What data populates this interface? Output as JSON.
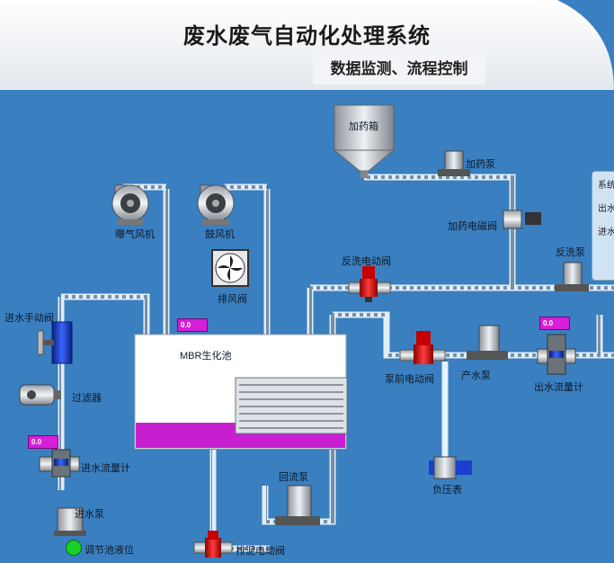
{
  "header": {
    "title": "废水废气自动化处理系统",
    "subtitle": "数据监测、流程控制"
  },
  "labels": {
    "dosing_tank": "加药箱",
    "dosing_pump": "加药泵",
    "dosing_valve": "加药电磁阀",
    "aeration_fan": "曝气风机",
    "blower": "鼓风机",
    "exhaust_valve": "排风阀",
    "backwash_valve": "反洗电动阀",
    "backwash_pump": "反洗泵",
    "manual_inlet_valve": "进水手动阀",
    "filter": "过滤器",
    "inlet_flowmeter": "进水流量计",
    "inlet_pump": "进水泵",
    "reg_tank_level": "调节池液位",
    "mbr_tank": "MBR生化池",
    "front_valve": "泵前电动阀",
    "product_pump": "产水泵",
    "outlet_flowmeter": "出水流量计",
    "vacuum_gauge": "负压表",
    "return_pump": "回流泵",
    "sludge_valve": "排泥电动阀"
  },
  "readouts": {
    "mbr_level": "0.0",
    "inlet_flow": "0.0",
    "outlet_flow": "0.0"
  },
  "side_panel": {
    "items": [
      "系统",
      "出水",
      "进水"
    ]
  },
  "colors": {
    "background": "#3a7fbf",
    "readout": "#d61fd6",
    "valve_red": "#e01010",
    "valve_blue": "#1a3fd0",
    "indicator": "#18d02a"
  }
}
